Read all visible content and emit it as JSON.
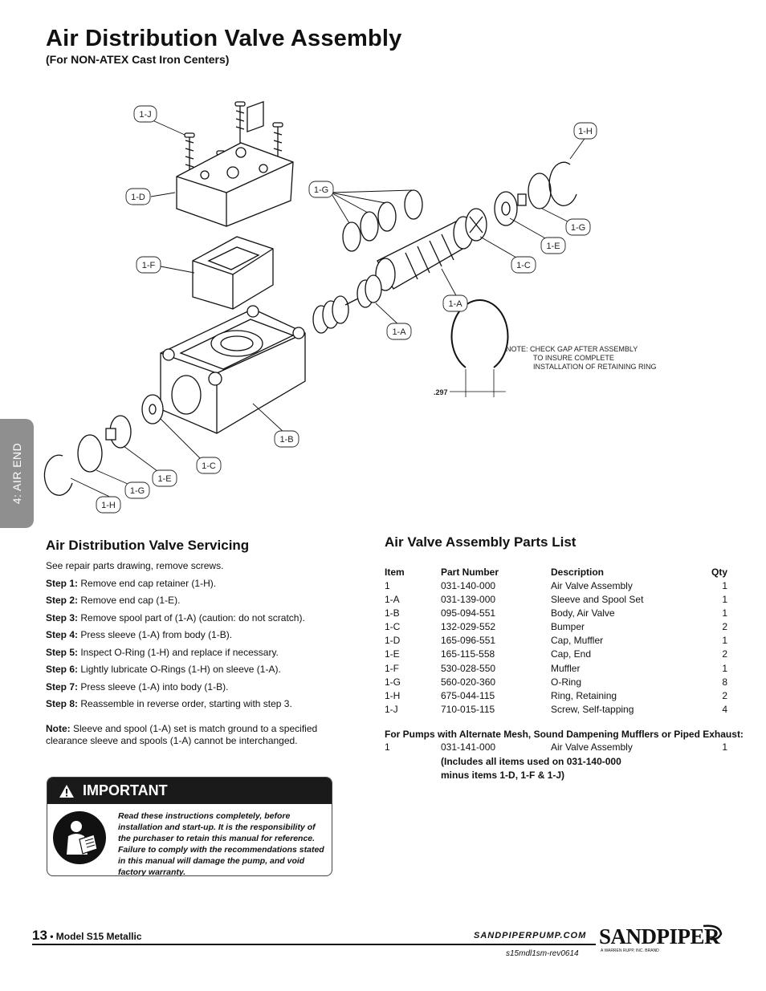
{
  "title": "Air Distribution Valve Assembly",
  "subtitle": "(For NON-ATEX Cast Iron Centers)",
  "side_tab": "4: AIR END",
  "diagram": {
    "callouts": {
      "j": "1-J",
      "d": "1-D",
      "f": "1-F",
      "g_top": "1-G",
      "h_right": "1-H",
      "g_right": "1-G",
      "e_right": "1-E",
      "c_right": "1-C",
      "a_upper": "1-A",
      "a_lower": "1-A",
      "b": "1-B",
      "c_left": "1-C",
      "e_left": "1-E",
      "g_left": "1-G",
      "h_left": "1-H"
    },
    "note_line1": "NOTE:  CHECK GAP AFTER ASSEMBLY",
    "note_line2": "TO INSURE COMPLETE",
    "note_line3": "INSTALLATION OF RETAINING RING",
    "gap_dimension": ".297"
  },
  "servicing": {
    "heading": "Air Distribution Valve Servicing",
    "intro": "See repair parts drawing, remove screws.",
    "steps": [
      {
        "label": "Step 1:",
        "text": " Remove end cap retainer (1-H)."
      },
      {
        "label": "Step 2:",
        "text": " Remove end cap (1-E)."
      },
      {
        "label": "Step 3:",
        "text": " Remove spool part of (1-A) (caution: do not scratch)."
      },
      {
        "label": "Step 4:",
        "text": " Press sleeve (1-A) from body (1-B)."
      },
      {
        "label": "Step 5:",
        "text": " Inspect O-Ring (1-H) and replace if necessary."
      },
      {
        "label": "Step 6:",
        "text": " Lightly lubricate O-Rings (1-H) on sleeve (1-A)."
      },
      {
        "label": "Step 7:",
        "text": " Press sleeve (1-A) into body (1-B)."
      },
      {
        "label": "Step 8:",
        "text": " Reassemble in reverse order, starting with step 3."
      }
    ],
    "note_label": "Note:",
    "note_text": " Sleeve and spool (1-A) set is match ground to a specified clearance sleeve and spools (1-A) cannot be interchanged."
  },
  "parts": {
    "heading": "Air Valve Assembly Parts List",
    "columns": [
      "Item",
      "Part Number",
      "Description",
      "Qty"
    ],
    "rows": [
      [
        "1",
        "031-140-000",
        "Air  Valve Assembly",
        "1"
      ],
      [
        "1-A",
        "031-139-000",
        "Sleeve and Spool Set",
        "1"
      ],
      [
        "1-B",
        "095-094-551",
        "Body, Air Valve",
        "1"
      ],
      [
        "1-C",
        "132-029-552",
        "Bumper",
        "2"
      ],
      [
        "1-D",
        "165-096-551",
        "Cap, Muffler",
        "1"
      ],
      [
        "1-E",
        "165-115-558",
        "Cap, End",
        "2"
      ],
      [
        "1-F",
        "530-028-550",
        "Muffler",
        "1"
      ],
      [
        "1-G",
        "560-020-360",
        "O-Ring",
        "8"
      ],
      [
        "1-H",
        "675-044-115",
        "Ring, Retaining",
        "2"
      ],
      [
        "1-J",
        "710-015-115",
        "Screw, Self-tapping",
        "4"
      ]
    ],
    "alt_heading": "For Pumps with Alternate Mesh, Sound Dampening Mufflers or Piped Exhaust:",
    "alt_row": [
      "1",
      "031-141-000",
      "Air Valve Assembly",
      "1"
    ],
    "alt_note_line1": "(Includes all items used on 031-140-000",
    "alt_note_line2": "minus items 1-D, 1-F & 1-J)"
  },
  "important": {
    "label": "IMPORTANT",
    "icon": "read-manual-icon",
    "text": "Read these instructions completely, before installation and start-up. It is the responsibility of the purchaser to retain this manual for reference. Failure to comply with the recommendations stated in this manual will damage the pump, and void factory warranty."
  },
  "footer": {
    "page_number": "13",
    "model": " • Model S15 Metallic",
    "url": "SANDPIPERPUMP.COM",
    "revision": "s15mdl1sm-rev0614",
    "logo_text": "SANDPIPER",
    "logo_tagline": "A WARREN RUPP, INC. BRAND"
  }
}
